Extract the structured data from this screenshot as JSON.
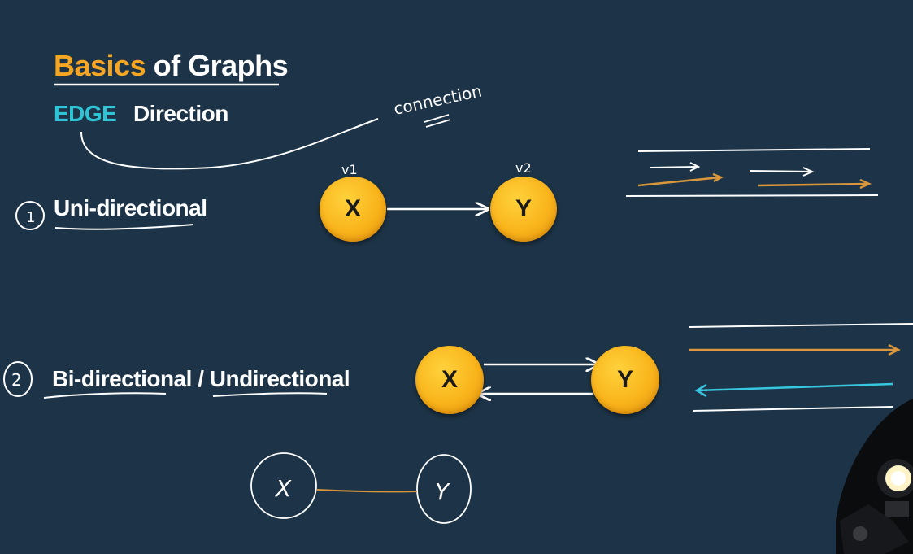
{
  "title": {
    "word1": "Basics",
    "word2": "of Graphs"
  },
  "subtitle": {
    "edge": "EDGE",
    "direction": "Direction"
  },
  "annotations": {
    "connection": "connection",
    "v1": "v1",
    "v2": "v2",
    "hand_x": "X",
    "hand_y": "Y"
  },
  "sections": [
    {
      "number": "1",
      "label": "Uni-directional"
    },
    {
      "number": "2",
      "label": "Bi-directional / Undirectional"
    }
  ],
  "nodes": {
    "uni_x": "X",
    "uni_y": "Y",
    "bi_x": "X",
    "bi_y": "Y"
  },
  "colors": {
    "background": "#1d3448",
    "title_accent": "#f5a623",
    "edge_label": "#2ec4d6",
    "node": "#f9b41b",
    "ink_orange": "#d9963a",
    "ink_cyan": "#38c6e0"
  }
}
